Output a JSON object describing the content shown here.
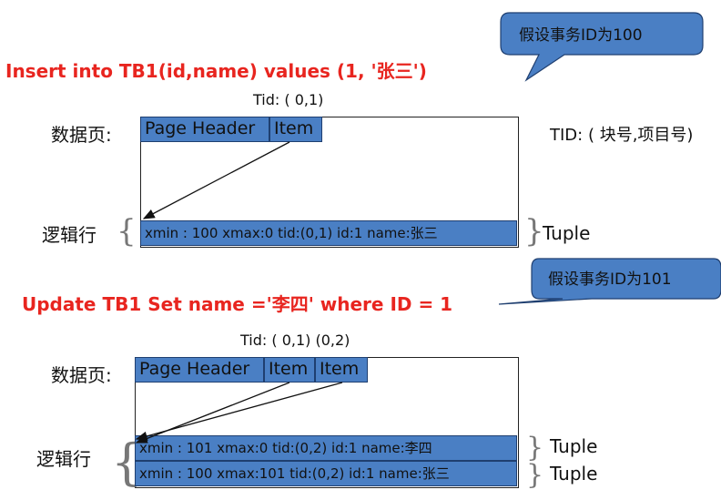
{
  "callout1": {
    "text": "假设事务ID为100"
  },
  "callout2": {
    "text": "假设事务ID为101"
  },
  "section1": {
    "sql": "Insert into TB1(id,name) values (1, '张三')",
    "tid": "Tid: ( 0,1)",
    "page_label": "数据页:",
    "page_header": "Page Header",
    "items": [
      "Item"
    ],
    "logical_row_label": "逻辑行",
    "tuples": [
      {
        "text": "xmin : 100 xmax:0 tid:(0,1) id:1 name:张三",
        "label": "Tuple"
      }
    ],
    "tid_note": "TID: ( 块号,项目号)"
  },
  "section2": {
    "sql": "Update TB1 Set name ='李四' where ID = 1",
    "tid": "Tid: ( 0,1) (0,2)",
    "page_label": "数据页:",
    "page_header": "Page Header",
    "items": [
      "Item",
      "Item"
    ],
    "logical_row_label": "逻辑行",
    "tuples": [
      {
        "text": "xmin : 101 xmax:0    tid:(0,2) id:1 name:李四",
        "label": "Tuple"
      },
      {
        "text": "xmin : 100 xmax:101 tid:(0,2) id:1 name:张三",
        "label": "Tuple"
      }
    ]
  },
  "colors": {
    "cell_fill": "#4a7fc4",
    "sql_red": "#e8251f",
    "callout_fill": "#4a7fc4"
  }
}
